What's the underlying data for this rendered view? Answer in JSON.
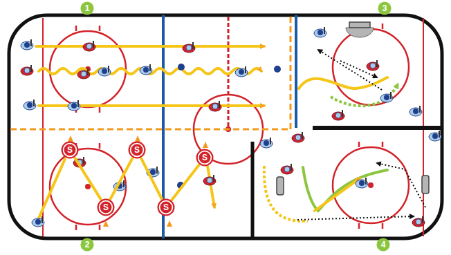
{
  "diagram": {
    "nodes": [
      {
        "text": [
          "1"
        ]
      },
      {
        "text": [
          "3"
        ]
      },
      {
        "text": [
          "S"
        ]
      },
      {
        "text": [
          "S"
        ]
      },
      {
        "text": [
          "S"
        ]
      },
      {
        "text": [
          "S"
        ]
      },
      {
        "text": [
          "S"
        ]
      },
      {
        "text": [
          "2"
        ]
      },
      {
        "text": [
          "4"
        ]
      }
    ],
    "edges": [
      {
        "from": 2,
        "to": 3,
        "arrow": "none"
      },
      {
        "from": 3,
        "to": 4,
        "arrow": "none"
      },
      {
        "from": 4,
        "to": 5,
        "arrow": "none"
      },
      {
        "from": 5,
        "to": 6,
        "arrow": "none"
      }
    ]
  }
}
